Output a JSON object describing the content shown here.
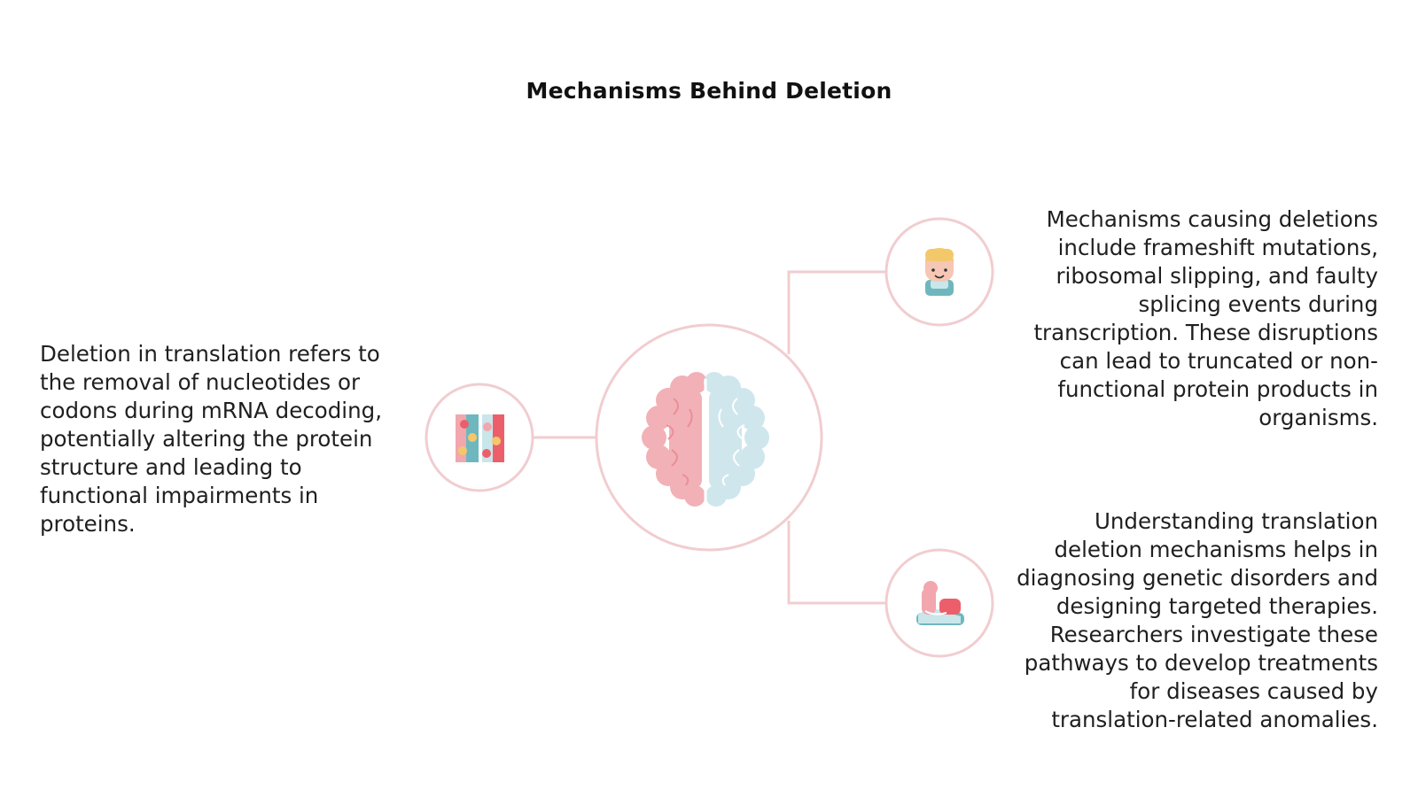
{
  "title": "Mechanisms Behind Deletion",
  "nodes": {
    "left": {
      "icon": "colored-blocks-icon",
      "text": "Deletion in translation refers to the removal of nucleotides or codons during mRNA decoding, potentially altering the protein structure and leading to functional impairments in proteins."
    },
    "center": {
      "icon": "brain-icon"
    },
    "top_right": {
      "icon": "person-avatar-icon",
      "text": "Mechanisms causing deletions include frameshift mutations, ribosomal slipping, and faulty splicing events during transcription. These disruptions can lead to truncated or non-functional protein products in organisms."
    },
    "bottom_right": {
      "icon": "hand-holding-icon",
      "text": "Understanding translation deletion mechanisms helps in diagnosing genetic disorders and designing targeted therapies. Researchers investigate these pathways to develop treatments for diseases caused by translation-related anomalies."
    }
  },
  "colors": {
    "line": "#f1cdd0",
    "pink": "#f2a6ad",
    "blue": "#c9e6ea",
    "teal": "#6fb7bf",
    "coral": "#ec5f6a",
    "yellow": "#f3c86a"
  }
}
